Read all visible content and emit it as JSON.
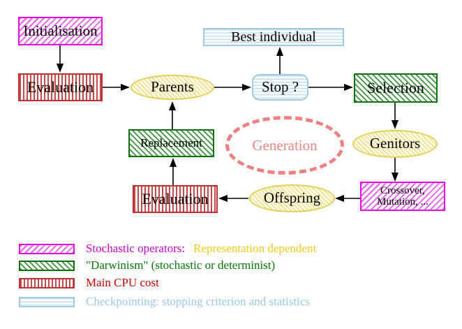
{
  "diagram": {
    "nodes": {
      "initialisation": {
        "label": "Initialisation"
      },
      "evaluation_top": {
        "label": "Evaluation"
      },
      "parents": {
        "label": "Parents"
      },
      "best_individual": {
        "label": "Best individual"
      },
      "stop": {
        "label": "Stop ?"
      },
      "selection": {
        "label": "Selection"
      },
      "genitors": {
        "label": "Genitors"
      },
      "crossover_mutation": {
        "line1": "Crossover,",
        "line2": "Mutation, ..."
      },
      "offspring": {
        "label": "Offspring"
      },
      "evaluation_bottom": {
        "label": "Evaluation"
      },
      "replacement": {
        "label": "Replacement"
      },
      "generation": {
        "label": "Generation"
      }
    },
    "legend": {
      "rows": [
        {
          "primary": "Stochastic operators:",
          "secondary": "Representation dependent"
        },
        {
          "primary": "\"Darwinism\" (stochastic or determinist)"
        },
        {
          "primary": "Main CPU cost"
        },
        {
          "primary": "Checkpointing: stopping criterion and statistics"
        }
      ]
    },
    "colors": {
      "stochastic_operators": "#e606e6",
      "darwinism": "#097509",
      "main_cpu_cost": "#bf3030",
      "checkpointing": "#9fcbdf",
      "population_fill": "#e3cf55",
      "generation": "#f08080",
      "stochastic_text": "#cc00cc",
      "representation_text": "#f2cc18",
      "darwinism_text": "#067806",
      "cpu_text": "#cc0000",
      "checkpointing_text": "#9cc9e8",
      "arrow": "#000000"
    }
  }
}
